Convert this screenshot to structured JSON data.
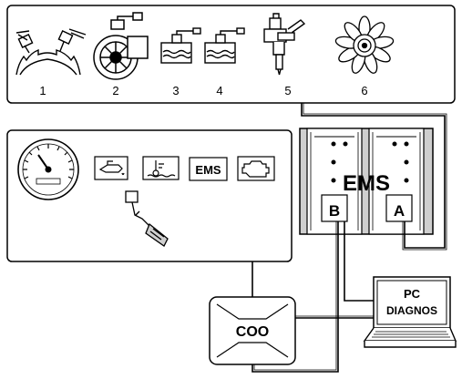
{
  "sensors": [
    {
      "number": "1",
      "icon": "crank-speed-sensor-icon"
    },
    {
      "number": "2",
      "icon": "turbocharger-sensor-icon"
    },
    {
      "number": "3",
      "icon": "coolant-level-sensor-icon"
    },
    {
      "number": "4",
      "icon": "oil-level-sensor-icon"
    },
    {
      "number": "5",
      "icon": "fuel-injector-icon"
    },
    {
      "number": "6",
      "icon": "cooling-fan-icon"
    }
  ],
  "dashboard": {
    "ems_lamp_label": "EMS",
    "speedometer_icon": "speedometer-icon",
    "pedal_icon": "accelerator-pedal-icon"
  },
  "ems_unit": {
    "label": "EMS",
    "connector_b": "B",
    "connector_a": "A"
  },
  "coo": {
    "label": "COO"
  },
  "pc": {
    "line1": "PC",
    "line2": "DIAGNOS"
  },
  "colors": {
    "line": "#000000",
    "fill": "#ffffff",
    "shade": "#cfcfcf"
  }
}
